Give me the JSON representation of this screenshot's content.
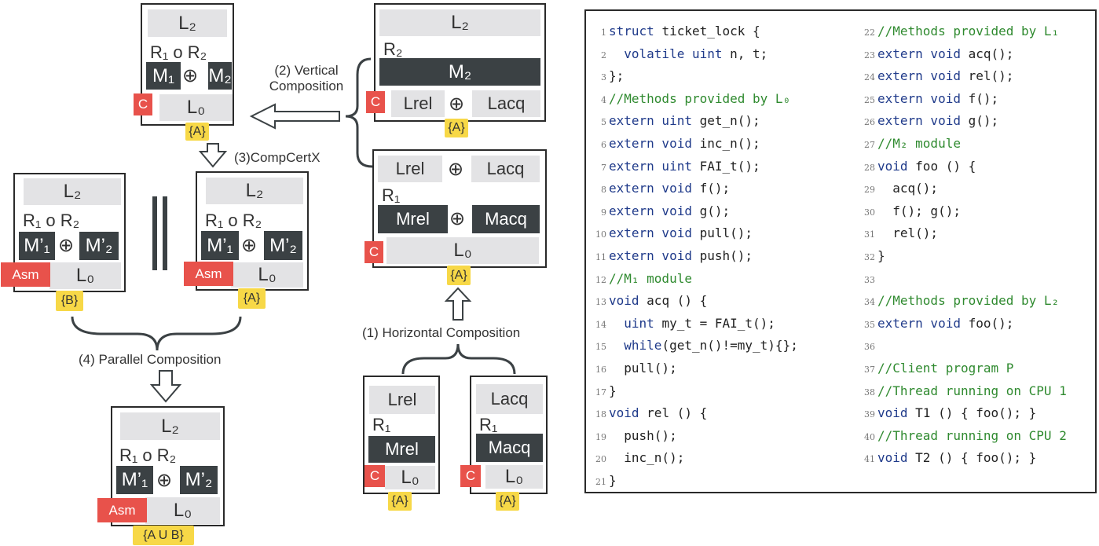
{
  "colors": {
    "dark": "#3b4144",
    "gray": "#e3e3e5",
    "red": "#e8524b",
    "yellow": "#f7d847",
    "keyword": "#1f3a8a",
    "comment": "#2f8a2f"
  },
  "labels": {
    "vertical": [
      "(2) Vertical",
      "Composition"
    ],
    "compcertx": "(3)CompCertX",
    "horizontal": "(1) Horizontal Composition",
    "parallel": "(4) Parallel Composition"
  },
  "boxes": {
    "top_left": {
      "top": "L₂",
      "rel": "R₁ o R₂",
      "m1": "M₁",
      "oplus": "⊕",
      "m2": "M₂",
      "tag": "C",
      "bottom": "L₀",
      "sub": "{A}"
    },
    "top_right": {
      "top": "L₂",
      "rel": "R₂",
      "m": "M₂",
      "tag": "C",
      "bl": "Lrel",
      "oplus": "⊕",
      "br": "Lacq",
      "sub": "{A}"
    },
    "mid_right": {
      "tl": "Lrel",
      "oplus1": "⊕",
      "tr": "Lacq",
      "rel": "R₁",
      "ml": "Mrel",
      "oplus2": "⊕",
      "mr": "Macq",
      "tag": "C",
      "bottom": "L₀",
      "sub": "{A}"
    },
    "left_b": {
      "top": "L₂",
      "rel": "R₁ o R₂",
      "m1": "M’₁",
      "oplus": "⊕",
      "m2": "M’₂",
      "tag": "Asm",
      "bottom": "L₀",
      "sub": "{B}"
    },
    "left_a": {
      "top": "L₂",
      "rel": "R₁ o R₂",
      "m1": "M’₁",
      "oplus": "⊕",
      "m2": "M’₂",
      "tag": "Asm",
      "bottom": "L₀",
      "sub": "{A}"
    },
    "bottom": {
      "top": "L₂",
      "rel": "R₁ o R₂",
      "m1": "M’₁",
      "oplus": "⊕",
      "m2": "M’₂",
      "tag": "Asm",
      "bottom": "L₀",
      "sub": "{A U B}"
    },
    "rel_small": {
      "top": "Lrel",
      "rel": "R₁",
      "m": "Mrel",
      "tag": "C",
      "bottom": "L₀",
      "sub": "{A}"
    },
    "acq_small": {
      "top": "Lacq",
      "rel": "R₁",
      "m": "Macq",
      "tag": "C",
      "bottom": "L₀",
      "sub": "{A}"
    }
  },
  "code": {
    "left": [
      {
        "n": "1",
        "parts": [
          [
            "kw",
            "struct "
          ],
          [
            "tx",
            "ticket_lock {"
          ]
        ]
      },
      {
        "n": "2",
        "parts": [
          [
            "tx",
            "  "
          ],
          [
            "kw",
            "volatile uint "
          ],
          [
            "tx",
            "n, t;"
          ]
        ]
      },
      {
        "n": "3",
        "parts": [
          [
            "tx",
            "};"
          ]
        ]
      },
      {
        "n": "4",
        "parts": [
          [
            "cm",
            "//Methods provided by L₀"
          ]
        ]
      },
      {
        "n": "5",
        "parts": [
          [
            "kw",
            "extern uint "
          ],
          [
            "tx",
            "get_n();"
          ]
        ]
      },
      {
        "n": "6",
        "parts": [
          [
            "kw",
            "extern void "
          ],
          [
            "tx",
            "inc_n();"
          ]
        ]
      },
      {
        "n": "7",
        "parts": [
          [
            "kw",
            "extern uint "
          ],
          [
            "tx",
            "FAI_t();"
          ]
        ]
      },
      {
        "n": "8",
        "parts": [
          [
            "kw",
            "extern void "
          ],
          [
            "tx",
            "f();"
          ]
        ]
      },
      {
        "n": "9",
        "parts": [
          [
            "kw",
            "extern void "
          ],
          [
            "tx",
            "g();"
          ]
        ]
      },
      {
        "n": "10",
        "parts": [
          [
            "kw",
            "extern void "
          ],
          [
            "tx",
            "pull();"
          ]
        ]
      },
      {
        "n": "11",
        "parts": [
          [
            "kw",
            "extern void "
          ],
          [
            "tx",
            "push();"
          ]
        ]
      },
      {
        "n": "12",
        "parts": [
          [
            "cm",
            "//M₁ module"
          ]
        ]
      },
      {
        "n": "13",
        "parts": [
          [
            "kw",
            "void "
          ],
          [
            "tx",
            "acq () {"
          ]
        ]
      },
      {
        "n": "14",
        "parts": [
          [
            "tx",
            "  "
          ],
          [
            "kw",
            "uint "
          ],
          [
            "tx",
            "my_t = FAI_t();"
          ]
        ]
      },
      {
        "n": "15",
        "parts": [
          [
            "tx",
            "  "
          ],
          [
            "kw",
            "while"
          ],
          [
            "tx",
            "(get_n()!=my_t){};"
          ]
        ]
      },
      {
        "n": "16",
        "parts": [
          [
            "tx",
            "  pull();"
          ]
        ]
      },
      {
        "n": "17",
        "parts": [
          [
            "tx",
            "}"
          ]
        ]
      },
      {
        "n": "18",
        "parts": [
          [
            "kw",
            "void "
          ],
          [
            "tx",
            "rel () {"
          ]
        ]
      },
      {
        "n": "19",
        "parts": [
          [
            "tx",
            "  push();"
          ]
        ]
      },
      {
        "n": "20",
        "parts": [
          [
            "tx",
            "  inc_n();"
          ]
        ]
      },
      {
        "n": "21",
        "parts": [
          [
            "tx",
            "}"
          ]
        ]
      }
    ],
    "right": [
      {
        "n": "22",
        "parts": [
          [
            "cm",
            "//Methods provided by L₁"
          ]
        ]
      },
      {
        "n": "23",
        "parts": [
          [
            "kw",
            "extern void "
          ],
          [
            "tx",
            "acq();"
          ]
        ]
      },
      {
        "n": "24",
        "parts": [
          [
            "kw",
            "extern void "
          ],
          [
            "tx",
            "rel();"
          ]
        ]
      },
      {
        "n": "25",
        "parts": [
          [
            "kw",
            "extern void "
          ],
          [
            "tx",
            "f();"
          ]
        ]
      },
      {
        "n": "26",
        "parts": [
          [
            "kw",
            "extern void "
          ],
          [
            "tx",
            "g();"
          ]
        ]
      },
      {
        "n": "27",
        "parts": [
          [
            "cm",
            "//M₂ module"
          ]
        ]
      },
      {
        "n": "28",
        "parts": [
          [
            "kw",
            "void "
          ],
          [
            "tx",
            "foo () {"
          ]
        ]
      },
      {
        "n": "29",
        "parts": [
          [
            "tx",
            "  acq();"
          ]
        ]
      },
      {
        "n": "30",
        "parts": [
          [
            "tx",
            "  f(); g();"
          ]
        ]
      },
      {
        "n": "31",
        "parts": [
          [
            "tx",
            "  rel();"
          ]
        ]
      },
      {
        "n": "32",
        "parts": [
          [
            "tx",
            "}"
          ]
        ]
      },
      {
        "n": "33",
        "parts": []
      },
      {
        "n": "34",
        "parts": [
          [
            "cm",
            "//Methods provided by L₂"
          ]
        ]
      },
      {
        "n": "35",
        "parts": [
          [
            "kw",
            "extern void "
          ],
          [
            "tx",
            "foo();"
          ]
        ]
      },
      {
        "n": "36",
        "parts": []
      },
      {
        "n": "37",
        "parts": [
          [
            "cm",
            "//Client program P"
          ]
        ]
      },
      {
        "n": "38",
        "parts": [
          [
            "cm",
            "//Thread running on CPU 1"
          ]
        ]
      },
      {
        "n": "39",
        "parts": [
          [
            "kw",
            "void "
          ],
          [
            "tx",
            "T1 () { foo(); }"
          ]
        ]
      },
      {
        "n": "40",
        "parts": [
          [
            "cm",
            "//Thread running on CPU 2"
          ]
        ]
      },
      {
        "n": "41",
        "parts": [
          [
            "kw",
            "void "
          ],
          [
            "tx",
            "T2 () { foo(); }"
          ]
        ]
      }
    ]
  }
}
